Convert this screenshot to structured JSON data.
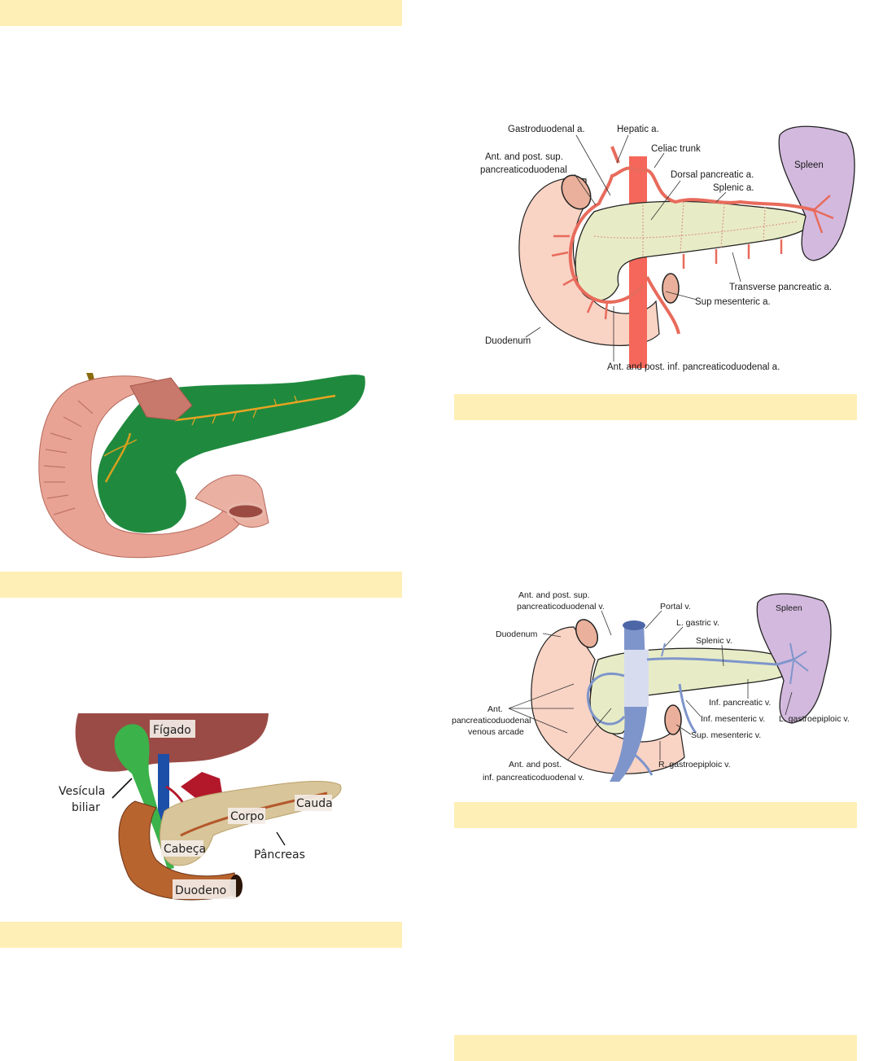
{
  "page": {
    "background": "#ffffff",
    "bar_color": "#feefb6"
  },
  "caption_bars": [
    {
      "column": "left",
      "text": ""
    },
    {
      "column": "left",
      "text": ""
    },
    {
      "column": "left",
      "text": ""
    },
    {
      "column": "right",
      "text": ""
    },
    {
      "column": "right",
      "text": ""
    },
    {
      "column": "right",
      "text": ""
    }
  ],
  "figures": {
    "pancreas_duodenum_illustration": {
      "description": "Pancreas (green) with opened duodenum and pancreatic duct",
      "labels": []
    },
    "pancreas_regions": {
      "labels": {
        "liver": "Fígado",
        "gallbladder_line1": "Vesícula",
        "gallbladder_line2": "biliar",
        "tail": "Cauda",
        "body": "Corpo",
        "head": "Cabeça",
        "pancreas": "Pâncreas",
        "duodenum": "Duodeno"
      }
    },
    "arterial_supply": {
      "labels": {
        "gastroduodenal": "Gastroduodenal a.",
        "hepatic": "Hepatic a.",
        "celiac": "Celiac trunk",
        "sup_pd_line1": "Ant. and post. sup.",
        "sup_pd_line2": "pancreaticoduodenal",
        "dorsal": "Dorsal pancreatic a.",
        "splenic": "Splenic a.",
        "spleen": "Spleen",
        "transverse": "Transverse pancreatic a.",
        "sup_mesenteric": "Sup mesenteric a.",
        "duodenum": "Duodenum",
        "inf_pd": "Ant. and post. inf. pancreaticoduodenal a."
      }
    },
    "venous_drainage": {
      "labels": {
        "sup_pd_line1": "Ant. and post. sup.",
        "sup_pd_line2": "pancreaticoduodenal v.",
        "portal": "Portal v.",
        "l_gastric": "L. gastric v.",
        "duodenum": "Duodenum",
        "splenic": "Splenic v.",
        "spleen": "Spleen",
        "arcade_line1": "Ant.",
        "arcade_line2": "pancreaticoduodenal",
        "arcade_line3": "venous arcade",
        "inf_pancreatic": "Inf. pancreatic v.",
        "inf_mesenteric": "Inf. mesenteric v.",
        "l_gastroepiploic": "L. gastroepiploic v.",
        "sup_mesenteric": "Sup. mesenteric v.",
        "r_gastroepiploic": "R. gastroepiploic v.",
        "inf_pd_line1": "Ant. and post.",
        "inf_pd_line2": "inf. pancreaticoduodenal v."
      }
    }
  }
}
